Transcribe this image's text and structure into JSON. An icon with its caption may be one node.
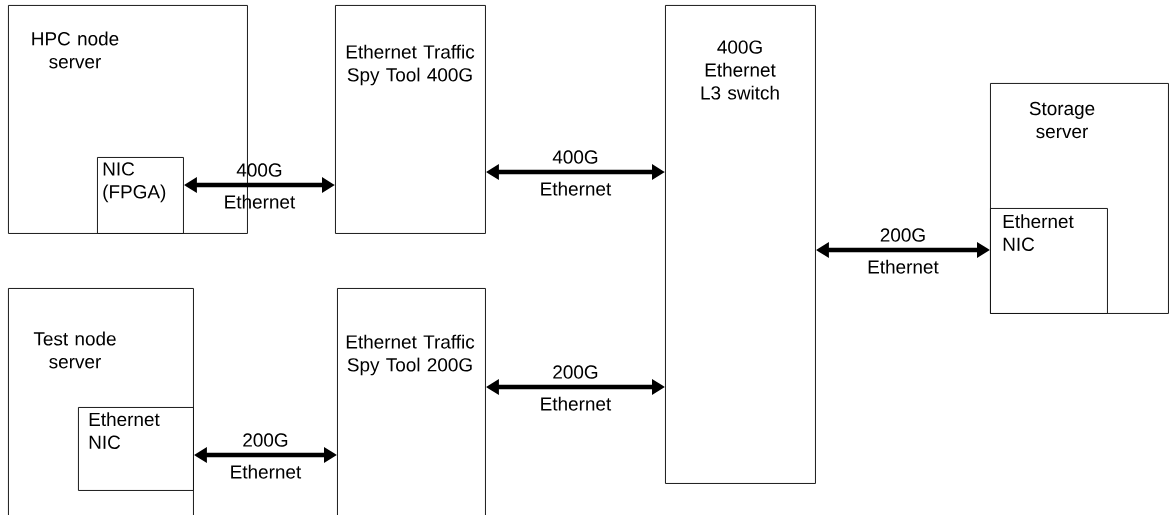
{
  "diagram": {
    "nodes": [
      {
        "text": [
          "HPC node server"
        ]
      },
      {
        "text": [
          "NIC (FPGA)"
        ],
        "in": 0
      },
      {
        "text": [
          "Ethernet Traffic Spy Tool 400G"
        ]
      },
      {
        "text": [
          "400G Ethernet L3 switch"
        ]
      },
      {
        "text": [
          "Storage server"
        ]
      },
      {
        "text": [
          "Ethernet NIC"
        ],
        "in": 4
      },
      {
        "text": [
          "Test node server"
        ]
      },
      {
        "text": [
          "Ethernet NIC"
        ],
        "in": 6
      },
      {
        "text": [
          "Ethernet Traffic Spy Tool 200G"
        ]
      }
    ],
    "edges": [
      {
        "from": 1,
        "to": 2,
        "arrow": "both",
        "label": "400G Ethernet"
      },
      {
        "from": 2,
        "to": 3,
        "arrow": "both",
        "label": "400G Ethernet"
      },
      {
        "from": 3,
        "to": 5,
        "arrow": "both",
        "label": "200G Ethernet"
      },
      {
        "from": 7,
        "to": 8,
        "arrow": "both",
        "label": "200G Ethernet"
      },
      {
        "from": 8,
        "to": 3,
        "arrow": "both",
        "label": "200G Ethernet"
      }
    ]
  }
}
